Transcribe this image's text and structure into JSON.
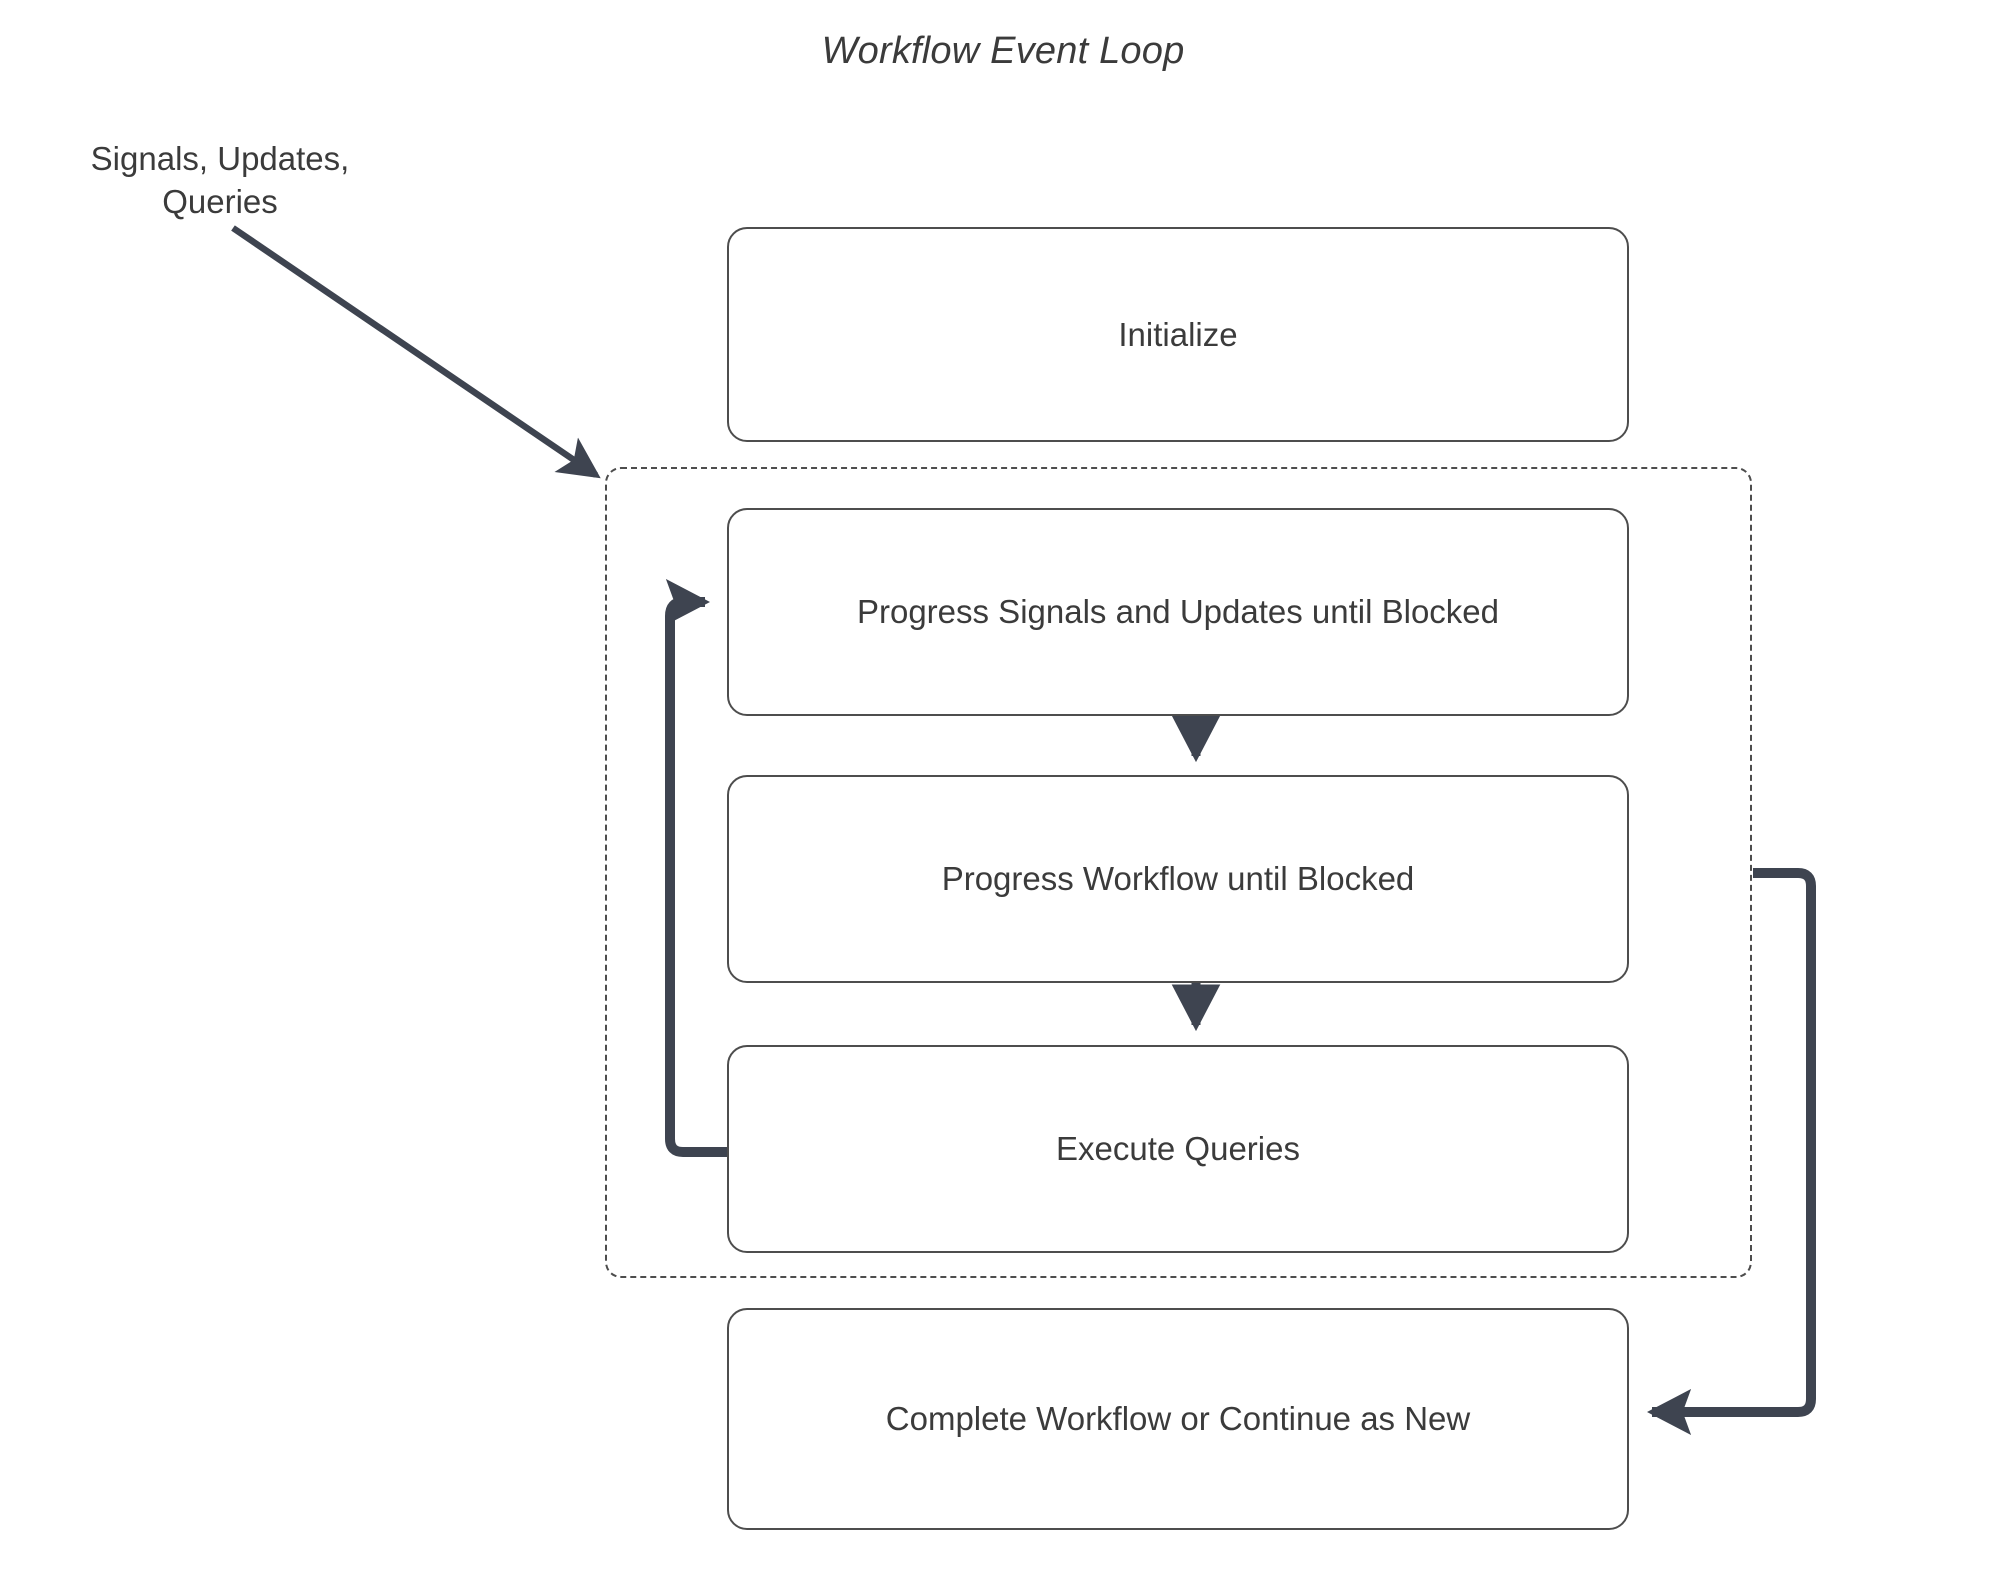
{
  "diagram": {
    "title": "Workflow Event Loop",
    "external_label": {
      "line1": "Signals, Updates,",
      "line2": "Queries"
    },
    "colors": {
      "node_border": "#4d4d4d",
      "node_fill": "#ffffff",
      "text": "#3b3b3b",
      "connector": "#3e4450",
      "loop_border": "#4d4d4d",
      "background": "#ffffff"
    },
    "nodes": [
      {
        "id": "initialize",
        "label": "Initialize"
      },
      {
        "id": "progress-signals",
        "label": "Progress Signals and Updates until Blocked"
      },
      {
        "id": "progress-workflow",
        "label": "Progress Workflow until Blocked"
      },
      {
        "id": "execute-queries",
        "label": "Execute Queries"
      },
      {
        "id": "complete",
        "label": "Complete Workflow or Continue as New"
      }
    ],
    "loop_container": {
      "style": "dashed",
      "contains": [
        "progress-signals",
        "progress-workflow",
        "execute-queries"
      ]
    },
    "edges": [
      {
        "from": "external-input",
        "to": "loop-container",
        "style": "solid-diagonal-arrow"
      },
      {
        "from": "progress-signals",
        "to": "progress-workflow",
        "style": "solid-arrow-down"
      },
      {
        "from": "progress-workflow",
        "to": "execute-queries",
        "style": "solid-arrow-down"
      },
      {
        "from": "execute-queries",
        "to": "progress-signals",
        "style": "thick-loop-left-arrow"
      },
      {
        "from": "loop-container",
        "to": "complete",
        "style": "thick-loop-right-arrow"
      }
    ]
  }
}
